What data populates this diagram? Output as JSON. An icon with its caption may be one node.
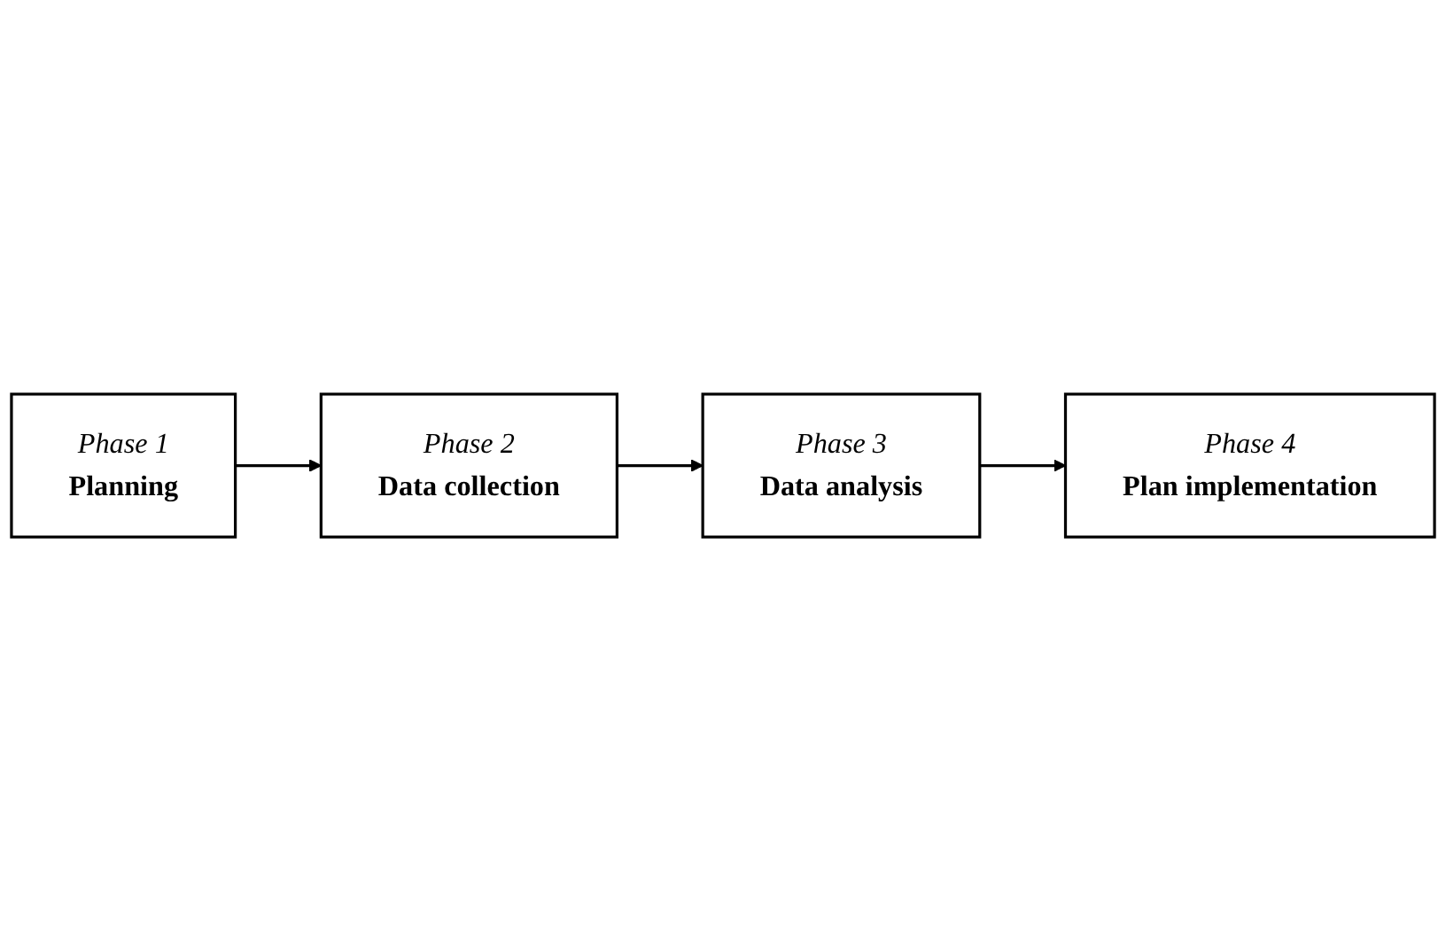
{
  "diagram": {
    "nodes": [
      {
        "text": [
          "Phase 1",
          "Planning"
        ]
      },
      {
        "text": [
          "Phase 2",
          "Data collection"
        ]
      },
      {
        "text": [
          "Phase 3",
          "Data analysis"
        ]
      },
      {
        "text": [
          "Phase 4",
          "Plan implementation"
        ]
      }
    ],
    "edges": [
      {
        "from": 0,
        "to": 1,
        "arrow": "to"
      },
      {
        "from": 1,
        "to": 2,
        "arrow": "to"
      },
      {
        "from": 2,
        "to": 3,
        "arrow": "to"
      }
    ]
  }
}
